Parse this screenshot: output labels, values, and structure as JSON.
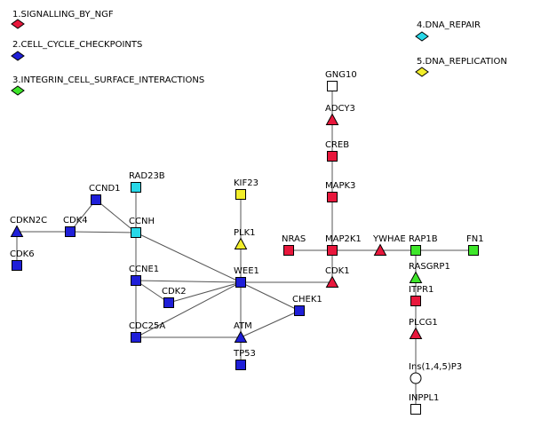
{
  "legend": [
    {
      "label": "1.SIGNALLING_BY_NGF",
      "color": "#e8173c"
    },
    {
      "label": "2.CELL_CYCLE_CHECKPOINTS",
      "color": "#1f1fd8"
    },
    {
      "label": "3.INTEGRIN_CELL_SURFACE_INTERACTIONS",
      "color": "#3ee62a"
    },
    {
      "label": "4.DNA_REPAIR",
      "color": "#28d8e8"
    },
    {
      "label": "5.DNA_REPLICATION",
      "color": "#f2ee2a"
    }
  ],
  "nodes": [
    {
      "id": "GNG10",
      "label": "GNG10",
      "shape": "square",
      "color": "#ffffff"
    },
    {
      "id": "ADCY3",
      "label": "ADCY3",
      "shape": "triangle",
      "color": "#e8173c"
    },
    {
      "id": "CREB",
      "label": "CREB",
      "shape": "square",
      "color": "#e8173c"
    },
    {
      "id": "MAPK3",
      "label": "MAPK3",
      "shape": "square",
      "color": "#e8173c"
    },
    {
      "id": "NRAS",
      "label": "NRAS",
      "shape": "square",
      "color": "#e8173c"
    },
    {
      "id": "MAP2K1",
      "label": "MAP2K1",
      "shape": "square",
      "color": "#e8173c"
    },
    {
      "id": "YWHAE",
      "label": "YWHAE",
      "shape": "triangle",
      "color": "#e8173c"
    },
    {
      "id": "RAP1B",
      "label": "RAP1B",
      "shape": "square",
      "color": "#3ee62a"
    },
    {
      "id": "FN1",
      "label": "FN1",
      "shape": "square",
      "color": "#3ee62a"
    },
    {
      "id": "RASGRP1",
      "label": "RASGRP1",
      "shape": "triangle",
      "color": "#3ee62a"
    },
    {
      "id": "ITPR1",
      "label": "ITPR1",
      "shape": "square",
      "color": "#e8173c"
    },
    {
      "id": "PLCG1",
      "label": "PLCG1",
      "shape": "triangle",
      "color": "#e8173c"
    },
    {
      "id": "INS145P3",
      "label": "Ins(1,4,5)P3",
      "shape": "circle",
      "color": "#ffffff"
    },
    {
      "id": "INPPL1",
      "label": "INPPL1",
      "shape": "square",
      "color": "#ffffff"
    },
    {
      "id": "CDK1",
      "label": "CDK1",
      "shape": "triangle",
      "color": "#e8173c"
    },
    {
      "id": "RAD23B",
      "label": "RAD23B",
      "shape": "square",
      "color": "#28d8e8"
    },
    {
      "id": "CCND1",
      "label": "CCND1",
      "shape": "square",
      "color": "#1f1fd8"
    },
    {
      "id": "CCNH",
      "label": "CCNH",
      "shape": "square",
      "color": "#28d8e8"
    },
    {
      "id": "CDKN2C",
      "label": "CDKN2C",
      "shape": "triangle",
      "color": "#1f1fd8"
    },
    {
      "id": "CDK4",
      "label": "CDK4",
      "shape": "square",
      "color": "#1f1fd8"
    },
    {
      "id": "CDK6",
      "label": "CDK6",
      "shape": "square",
      "color": "#1f1fd8"
    },
    {
      "id": "KIF23",
      "label": "KIF23",
      "shape": "square",
      "color": "#f2ee2a"
    },
    {
      "id": "PLK1",
      "label": "PLK1",
      "shape": "triangle",
      "color": "#f2ee2a"
    },
    {
      "id": "WEE1",
      "label": "WEE1",
      "shape": "square",
      "color": "#1f1fd8"
    },
    {
      "id": "CCNE1",
      "label": "CCNE1",
      "shape": "square",
      "color": "#1f1fd8"
    },
    {
      "id": "CDK2",
      "label": "CDK2",
      "shape": "square",
      "color": "#1f1fd8"
    },
    {
      "id": "CHEK1",
      "label": "CHEK1",
      "shape": "square",
      "color": "#1f1fd8"
    },
    {
      "id": "CDC25A",
      "label": "CDC25A",
      "shape": "square",
      "color": "#1f1fd8"
    },
    {
      "id": "ATM",
      "label": "ATM",
      "shape": "triangle",
      "color": "#1f1fd8"
    },
    {
      "id": "TP53",
      "label": "TP53",
      "shape": "square",
      "color": "#1f1fd8"
    }
  ],
  "edges": [
    [
      "GNG10",
      "ADCY3"
    ],
    [
      "ADCY3",
      "CREB"
    ],
    [
      "CREB",
      "MAPK3"
    ],
    [
      "MAPK3",
      "MAP2K1"
    ],
    [
      "NRAS",
      "MAP2K1"
    ],
    [
      "MAP2K1",
      "YWHAE"
    ],
    [
      "YWHAE",
      "RAP1B"
    ],
    [
      "RAP1B",
      "FN1"
    ],
    [
      "RAP1B",
      "RASGRP1"
    ],
    [
      "RASGRP1",
      "ITPR1"
    ],
    [
      "ITPR1",
      "PLCG1"
    ],
    [
      "PLCG1",
      "INS145P3"
    ],
    [
      "INS145P3",
      "INPPL1"
    ],
    [
      "MAP2K1",
      "CDK1"
    ],
    [
      "WEE1",
      "CDK1"
    ],
    [
      "KIF23",
      "PLK1"
    ],
    [
      "PLK1",
      "WEE1"
    ],
    [
      "CCND1",
      "CDK4"
    ],
    [
      "CCND1",
      "CCNH"
    ],
    [
      "CDKN2C",
      "CDK4"
    ],
    [
      "CDKN2C",
      "CDK6"
    ],
    [
      "CDK4",
      "CCNH"
    ],
    [
      "RAD23B",
      "CCNH"
    ],
    [
      "CCNH",
      "CCNE1"
    ],
    [
      "CCNH",
      "WEE1"
    ],
    [
      "CCNE1",
      "CDK2"
    ],
    [
      "CCNE1",
      "WEE1"
    ],
    [
      "CCNE1",
      "CDC25A"
    ],
    [
      "CDK2",
      "WEE1"
    ],
    [
      "CDC25A",
      "WEE1"
    ],
    [
      "CDC25A",
      "ATM"
    ],
    [
      "WEE1",
      "ATM"
    ],
    [
      "WEE1",
      "CHEK1"
    ],
    [
      "ATM",
      "CHEK1"
    ],
    [
      "ATM",
      "TP53"
    ]
  ]
}
